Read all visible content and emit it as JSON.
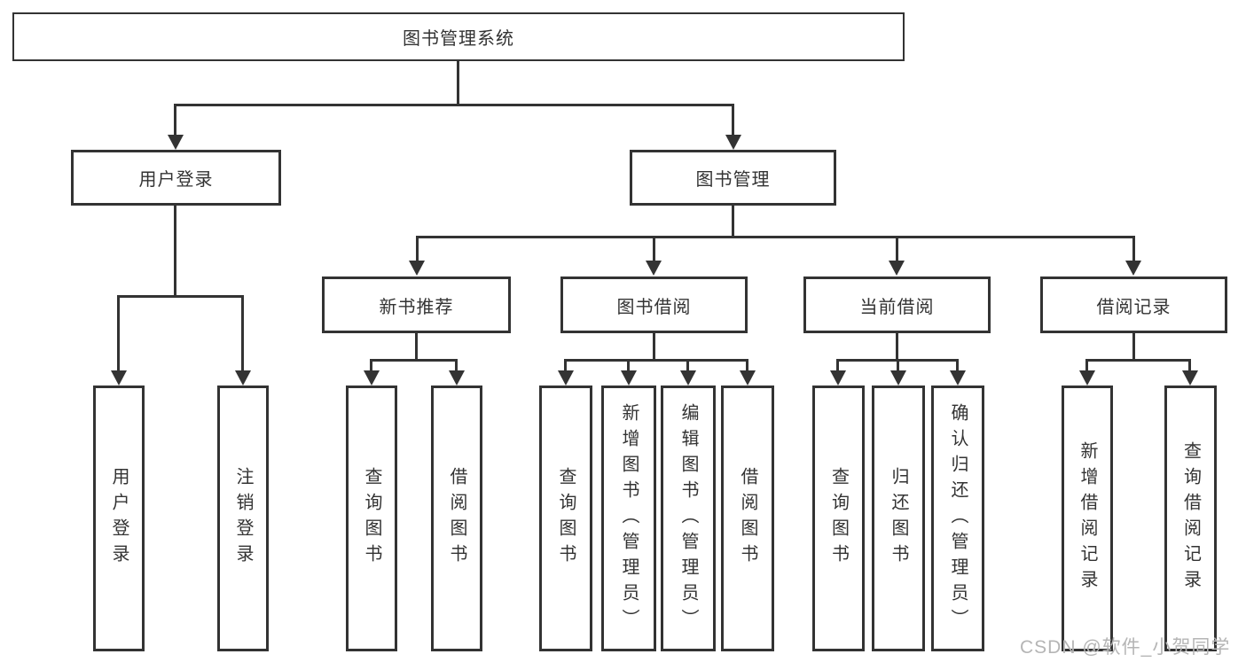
{
  "diagram": {
    "root": {
      "label": "图书管理系统"
    },
    "level2": {
      "user_login": {
        "label": "用户登录"
      },
      "book_mgmt": {
        "label": "图书管理"
      }
    },
    "level3": {
      "new_book": {
        "label": "新书推荐"
      },
      "book_borrow": {
        "label": "图书借阅"
      },
      "current_borrow": {
        "label": "当前借阅"
      },
      "borrow_records": {
        "label": "借阅记录"
      }
    },
    "leaves": {
      "login": [
        "用户登录",
        "注销登录"
      ],
      "new_book": [
        "查询图书",
        "借阅图书"
      ],
      "book_borrow": [
        "查询图书",
        "新增图书（管理员）",
        "编辑图书（管理员）",
        "借阅图书"
      ],
      "current_borrow": [
        "查询图书",
        "归还图书",
        "确认归还（管理员）"
      ],
      "borrow_records": [
        "新增借阅记录",
        "查询借阅记录"
      ]
    }
  },
  "watermark": "CSDN @软件_小贺同学",
  "colors": {
    "line": "#333333",
    "box_border": "#333333",
    "text": "#333333",
    "watermark": "#b5b5b5",
    "background": "#ffffff"
  }
}
